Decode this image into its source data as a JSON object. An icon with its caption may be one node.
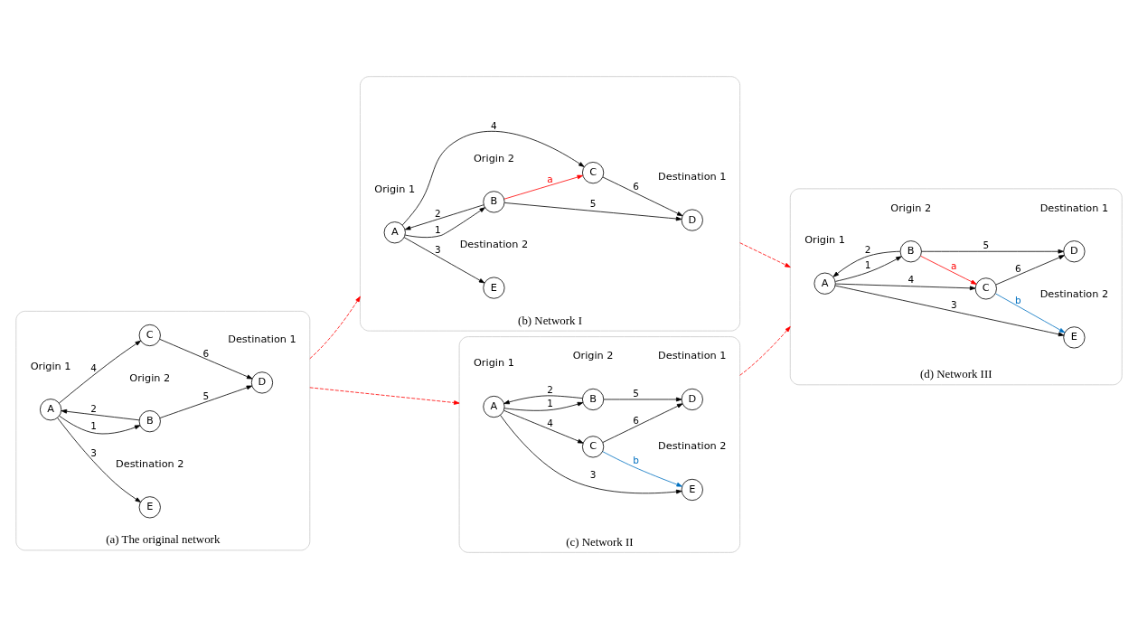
{
  "diagram": {
    "nodes": [
      {
        "text": [
          "(a) The original network"
        ]
      },
      {
        "text": [
          "A"
        ],
        "in": 0,
        "beside": [
          "Origin 1"
        ]
      },
      {
        "text": [
          "B"
        ],
        "in": 0,
        "beside": [
          "Origin 2"
        ]
      },
      {
        "text": [
          "E"
        ],
        "in": 0,
        "beside": [
          "Destination 2"
        ]
      },
      {
        "text": [
          "C"
        ],
        "in": 0
      },
      {
        "text": [
          "D"
        ],
        "in": 0,
        "beside": [
          "Destination 1"
        ]
      },
      {
        "text": [
          "(b) Network I"
        ]
      },
      {
        "text": [
          "A"
        ],
        "in": 6,
        "beside": [
          "Origin 1"
        ]
      },
      {
        "text": [
          "B"
        ],
        "in": 6,
        "beside": [
          "Origin 2"
        ]
      },
      {
        "text": [
          "E"
        ],
        "in": 6,
        "beside": [
          "Destination 2"
        ]
      },
      {
        "text": [
          "C"
        ],
        "in": 6
      },
      {
        "text": [
          "D"
        ],
        "in": 6,
        "beside": [
          "Destination 1"
        ]
      },
      {
        "text": [
          "(c) Network II"
        ]
      },
      {
        "text": [
          "A"
        ],
        "in": 12,
        "beside": [
          "Origin 1"
        ]
      },
      {
        "text": [
          "B"
        ],
        "in": 12,
        "beside": [
          "Origin 2"
        ]
      },
      {
        "text": [
          "E"
        ],
        "in": 12,
        "beside": [
          "Destination 2"
        ]
      },
      {
        "text": [
          "C"
        ],
        "in": 12
      },
      {
        "text": [
          "D"
        ],
        "in": 12,
        "beside": [
          "Destination 1"
        ]
      },
      {
        "text": [
          "(d) Network III"
        ]
      },
      {
        "text": [
          "A"
        ],
        "in": 18,
        "beside": [
          "Origin 1"
        ]
      },
      {
        "text": [
          "B"
        ],
        "in": 18,
        "beside": [
          "Origin 2"
        ]
      },
      {
        "text": [
          "E"
        ],
        "in": 18,
        "beside": [
          "Destination 2"
        ]
      },
      {
        "text": [
          "C"
        ],
        "in": 18
      },
      {
        "text": [
          "D"
        ],
        "in": 18,
        "beside": [
          "Destination 1"
        ]
      }
    ],
    "edges": [
      {
        "from": 1,
        "to": 2,
        "label": "1",
        "arrow": "to"
      },
      {
        "from": 2,
        "to": 1,
        "label": "2",
        "arrow": "to"
      },
      {
        "from": 1,
        "to": 3,
        "label": "3",
        "arrow": "to"
      },
      {
        "from": 1,
        "to": 4,
        "label": "4",
        "arrow": "to"
      },
      {
        "from": 2,
        "to": 5,
        "label": "5",
        "arrow": "to"
      },
      {
        "from": 4,
        "to": 5,
        "label": "6",
        "arrow": "to"
      },
      {
        "from": 7,
        "to": 8,
        "label": "1",
        "arrow": "to"
      },
      {
        "from": 8,
        "to": 7,
        "label": "2",
        "arrow": "to"
      },
      {
        "from": 7,
        "to": 9,
        "label": "3",
        "arrow": "to"
      },
      {
        "from": 7,
        "to": 10,
        "label": "4",
        "arrow": "to"
      },
      {
        "from": 8,
        "to": 11,
        "label": "5",
        "arrow": "to"
      },
      {
        "from": 10,
        "to": 11,
        "label": "6",
        "arrow": "to"
      },
      {
        "from": 8,
        "to": 10,
        "label": "a",
        "arrow": "to",
        "color": "#ff0000"
      },
      {
        "from": 13,
        "to": 14,
        "label": "1",
        "arrow": "to"
      },
      {
        "from": 14,
        "to": 13,
        "label": "2",
        "arrow": "to"
      },
      {
        "from": 13,
        "to": 15,
        "label": "3",
        "arrow": "to"
      },
      {
        "from": 13,
        "to": 16,
        "label": "4",
        "arrow": "to"
      },
      {
        "from": 14,
        "to": 17,
        "label": "5",
        "arrow": "to"
      },
      {
        "from": 16,
        "to": 17,
        "label": "6",
        "arrow": "to"
      },
      {
        "from": 16,
        "to": 15,
        "label": "b",
        "arrow": "to",
        "color": "#0070c0"
      },
      {
        "from": 19,
        "to": 20,
        "label": "1",
        "arrow": "to"
      },
      {
        "from": 20,
        "to": 19,
        "label": "2",
        "arrow": "to"
      },
      {
        "from": 19,
        "to": 21,
        "label": "3",
        "arrow": "to"
      },
      {
        "from": 19,
        "to": 22,
        "label": "4",
        "arrow": "to"
      },
      {
        "from": 20,
        "to": 23,
        "label": "5",
        "arrow": "to"
      },
      {
        "from": 22,
        "to": 23,
        "label": "6",
        "arrow": "to"
      },
      {
        "from": 20,
        "to": 22,
        "label": "a",
        "arrow": "to",
        "color": "#ff0000"
      },
      {
        "from": 22,
        "to": 21,
        "label": "b",
        "arrow": "to",
        "color": "#0070c0"
      },
      {
        "from": 0,
        "to": 6,
        "arrow": "to",
        "style": "dashed",
        "color": "#ff0000"
      },
      {
        "from": 0,
        "to": 12,
        "arrow": "to",
        "style": "dashed",
        "color": "#ff0000"
      },
      {
        "from": 6,
        "to": 18,
        "arrow": "to",
        "style": "dashed",
        "color": "#ff0000"
      },
      {
        "from": 12,
        "to": 18,
        "arrow": "to",
        "style": "dashed",
        "color": "#ff0000"
      }
    ]
  }
}
